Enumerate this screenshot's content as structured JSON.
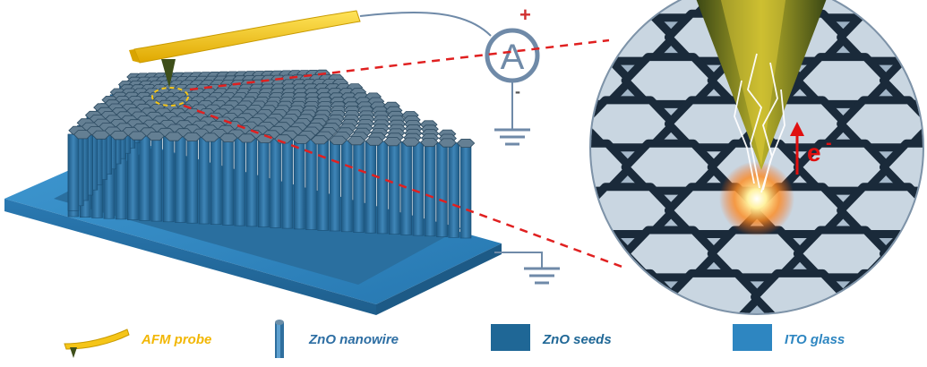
{
  "diagram": {
    "ammeter_symbol": "A",
    "polarity_positive": "+",
    "polarity_negative": "-",
    "electron_label": "e",
    "electron_charge": "-"
  },
  "legend": {
    "items": [
      {
        "label": "AFM probe",
        "color": "#f2b705"
      },
      {
        "label": "ZnO nanowire",
        "color": "#2d6ea3"
      },
      {
        "label": "ZnO seeds",
        "color": "#1f6796"
      },
      {
        "label": "ITO glass",
        "color": "#2e86c1"
      }
    ]
  },
  "colors": {
    "probe": "#f5c518",
    "probe_tip": "#4a5a1e",
    "wire": "#6f8aa8",
    "nanowire_top": "#5d7d96",
    "nanowire_side": "#2f6f9e",
    "substrate": "#2e86c1",
    "dashed_line": "#e02020",
    "arrow": "#e01010"
  }
}
